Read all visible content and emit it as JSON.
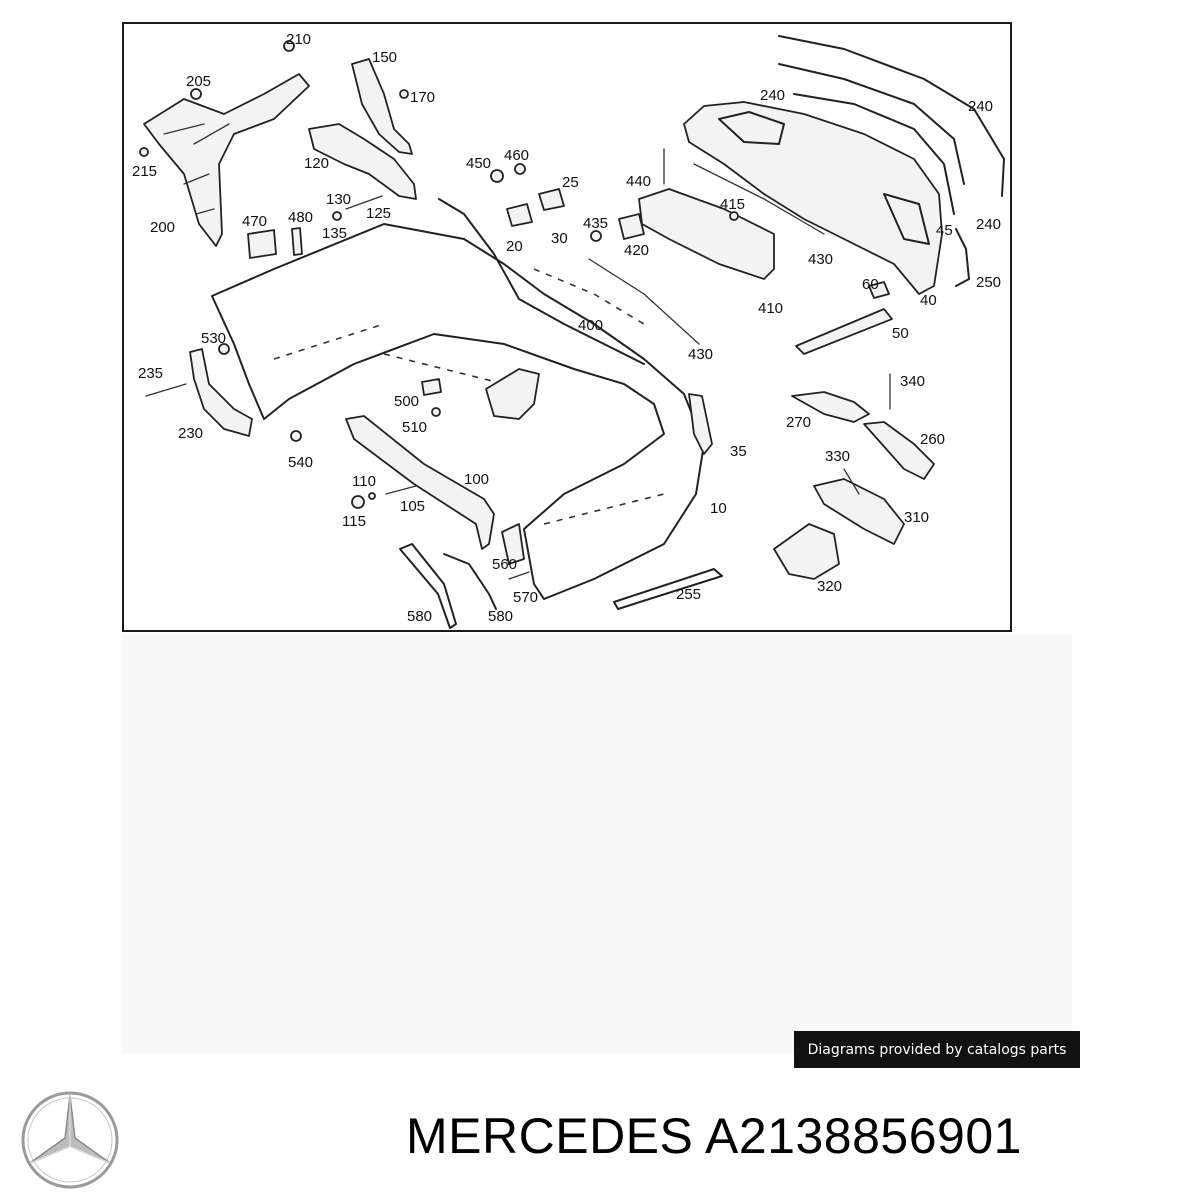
{
  "diagram": {
    "callouts": [
      "210",
      "150",
      "205",
      "170",
      "215",
      "120",
      "200",
      "470",
      "480",
      "130",
      "135",
      "125",
      "450",
      "460",
      "25",
      "440",
      "20",
      "30",
      "435",
      "420",
      "415",
      "240",
      "240",
      "45",
      "240",
      "250",
      "410",
      "430",
      "60",
      "40",
      "50",
      "400",
      "430",
      "530",
      "235",
      "230",
      "540",
      "500",
      "510",
      "110",
      "115",
      "105",
      "100",
      "560",
      "570",
      "580",
      "580",
      "10",
      "255",
      "340",
      "270",
      "260",
      "330",
      "310",
      "320",
      "35"
    ]
  },
  "credit": {
    "text": "Diagrams provided by catalogs parts"
  },
  "brand": {
    "logo_icon": "mercedes-star-logo-icon",
    "logo_color": "#9a9a9a"
  },
  "title": {
    "text": "MERCEDES A2138856901"
  }
}
